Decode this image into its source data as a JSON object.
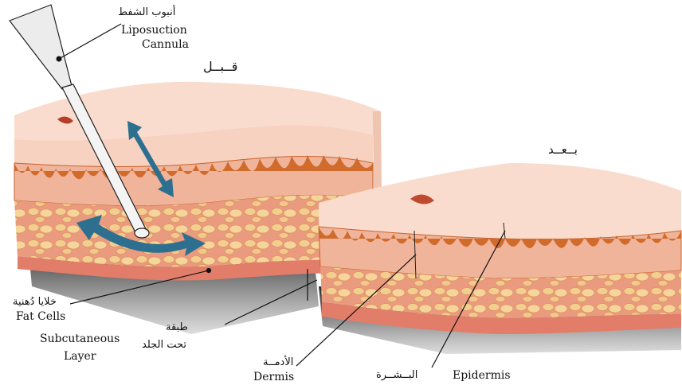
{
  "labels": {
    "cannula_ar": "أنبوب الشفط",
    "cannula_en_1": "Liposuction",
    "cannula_en_2": "Cannula",
    "before_ar": "قــبــل",
    "after_ar": "بــعــد",
    "fat_cells_ar": "خلايا دُهنية",
    "fat_cells_en": "Fat Cells",
    "subcutaneous_ar_1": "طبقة",
    "subcutaneous_ar_2": "تحت الجلد",
    "subcutaneous_en_1": "Subcutaneous",
    "subcutaneous_en_2": "Layer",
    "dermis_ar": "الأدمــة",
    "dermis_en": "Dermis",
    "epidermis_ar": "البــشــرة",
    "epidermis_en": "Epidermis"
  },
  "colors": {
    "epidermis": "#f7d2c1",
    "epidermis_top": "#f9dccd",
    "dermis": "#f0b49a",
    "dermis_border": "#c9622a",
    "papillae": "#d06b2c",
    "fat": "#f2c88a",
    "fat_bg": "#e98a72",
    "fat_deep": "#e27d6a",
    "arrow": "#2d6f8f",
    "cannula": "#e6e6e6",
    "shadow": "#1a1a1a"
  }
}
